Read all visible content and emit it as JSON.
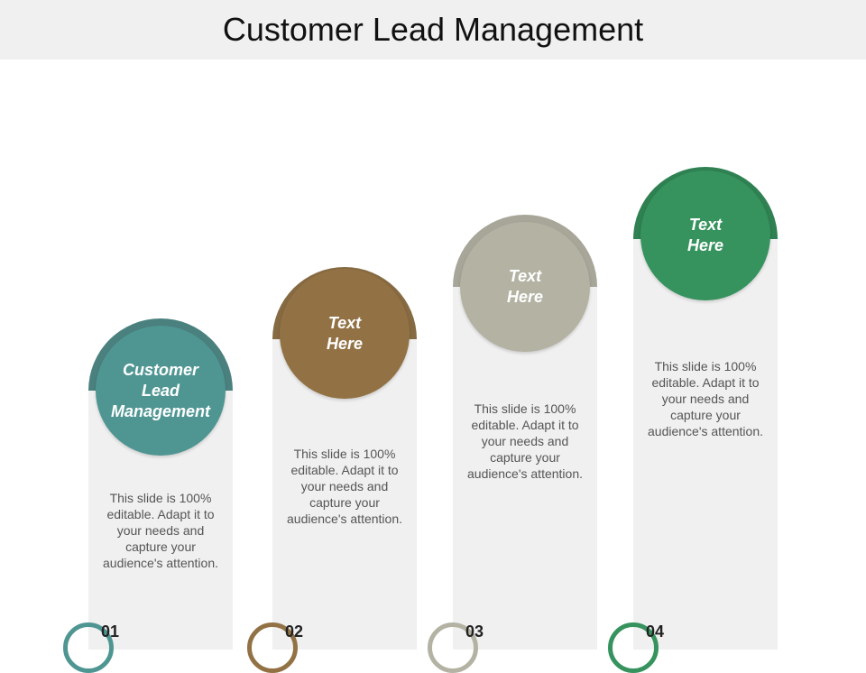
{
  "title": "Customer Lead Management",
  "colors": {
    "teal": "#4f9693",
    "teal_dark": "#4a817e",
    "brown": "#927245",
    "brown_dark": "#866a42",
    "gray": "#b3b2a3",
    "gray_dark": "#a7a699",
    "green": "#36935e",
    "green_dark": "#2f8152",
    "column_bg": "#f0f0f0"
  },
  "steps": [
    {
      "number": "01",
      "heading": "Customer\nLead\nManagement",
      "description": "This slide is 100% editable. Adapt it to your needs and capture your audience's attention."
    },
    {
      "number": "02",
      "heading": "Text\nHere",
      "description": "This slide is 100% editable. Adapt it to your needs and capture your audience's attention."
    },
    {
      "number": "03",
      "heading": "Text\nHere",
      "description": "This slide is 100% editable. Adapt it to your needs and capture your audience's attention."
    },
    {
      "number": "04",
      "heading": "Text\nHere",
      "description": "This slide is 100% editable. Adapt it to your needs and capture your audience's attention."
    }
  ]
}
